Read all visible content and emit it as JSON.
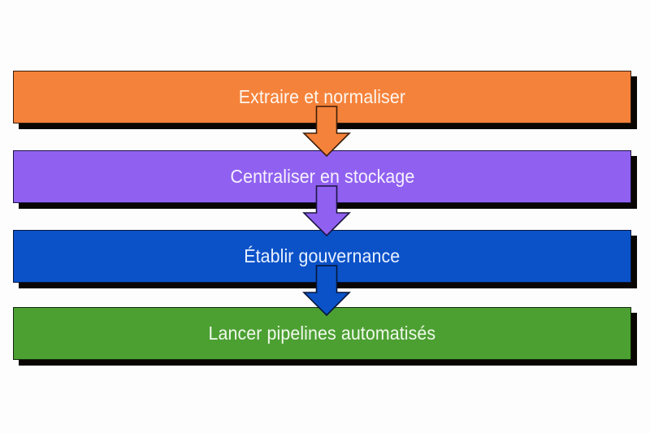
{
  "diagram": {
    "type": "vertical-process-flow",
    "background_color": "#fdfdfd",
    "orientation": "top-to-bottom",
    "shadow_color": "#0a0604",
    "steps": [
      {
        "index": 1,
        "label": "Extraire et normaliser",
        "fill_color": "#f5823a",
        "border_color": "#3a1c0c",
        "text_color": "#fdf6ef"
      },
      {
        "index": 2,
        "label": "Centraliser en stockage",
        "fill_color": "#9061f0",
        "border_color": "#1a1440",
        "text_color": "#f6f1ff"
      },
      {
        "index": 3,
        "label": "Établir gouvernance",
        "fill_color": "#0b52c8",
        "border_color": "#07183e",
        "text_color": "#e9f1ff"
      },
      {
        "index": 4,
        "label": "Lancer pipelines automatisés",
        "fill_color": "#4ca032",
        "border_color": "#10280a",
        "text_color": "#f0f8ec"
      }
    ],
    "connectors": [
      {
        "from": 1,
        "to": 2,
        "icon": "arrow-down-icon",
        "color": "#f5823a"
      },
      {
        "from": 2,
        "to": 3,
        "icon": "arrow-down-icon",
        "color": "#9061f0"
      },
      {
        "from": 3,
        "to": 4,
        "icon": "arrow-down-icon",
        "color": "#0b52c8"
      }
    ]
  }
}
